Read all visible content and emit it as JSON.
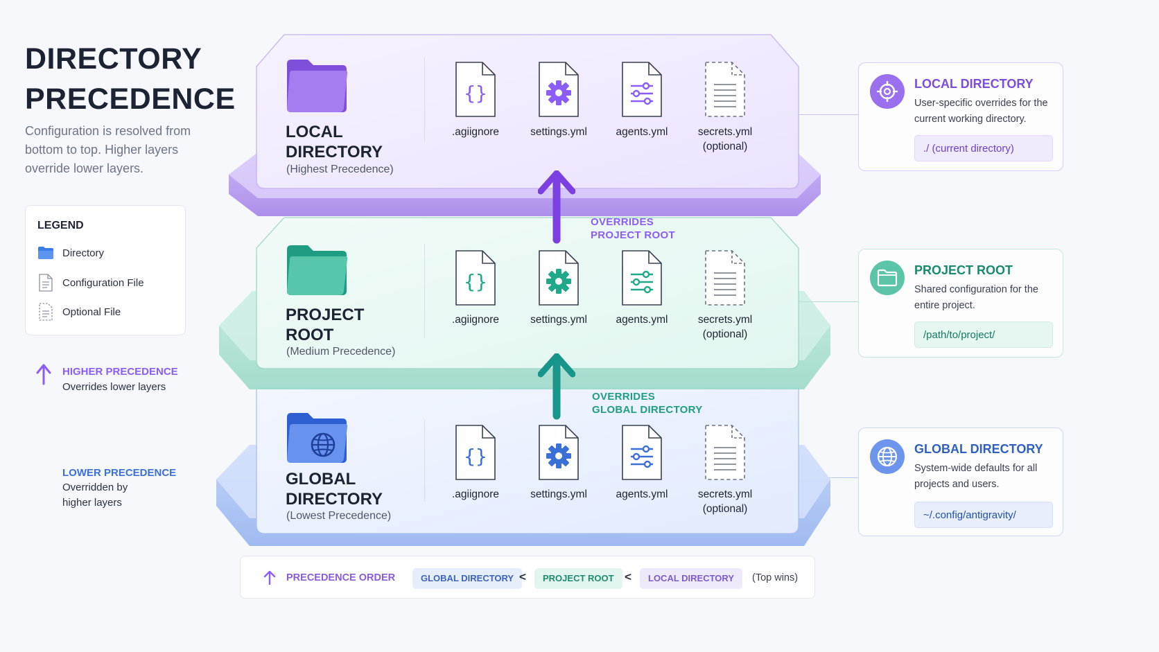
{
  "title_line1": "DIRECTORY",
  "title_line2": "PRECEDENCE",
  "subtitle": "Configuration is resolved from bottom to top. Higher layers override lower layers.",
  "legend": {
    "title": "LEGEND",
    "items": [
      {
        "label": "Directory",
        "icon": "folder-icon"
      },
      {
        "label": "Configuration File",
        "icon": "file-icon"
      },
      {
        "label": "Optional File",
        "icon": "dashed-file-icon"
      }
    ]
  },
  "precedence_scale": {
    "higher_label": "HIGHER PRECEDENCE",
    "higher_desc": "Overrides lower layers",
    "lower_label": "LOWER PRECEDENCE",
    "lower_desc": "Overridden by higher layers"
  },
  "layers": [
    {
      "id": "local",
      "name_line1": "LOCAL",
      "name_line2": "DIRECTORY",
      "precedence": "(Highest Precedence)",
      "color": "#8b5cf6",
      "files": [
        {
          "name": ".agiignore",
          "icon": "braces-icon"
        },
        {
          "name": "settings.yml",
          "icon": "gear-icon"
        },
        {
          "name": "agents.yml",
          "icon": "sliders-icon"
        },
        {
          "name": "secrets.yml",
          "note": "(optional)",
          "icon": "dashed-file-icon"
        }
      ]
    },
    {
      "id": "project",
      "name_line1": "PROJECT",
      "name_line2": "ROOT",
      "precedence": "(Medium Precedence)",
      "color": "#1fa88a",
      "files": [
        {
          "name": ".agiignore",
          "icon": "braces-icon"
        },
        {
          "name": "settings.yml",
          "icon": "gear-icon"
        },
        {
          "name": "agents.yml",
          "icon": "sliders-icon"
        },
        {
          "name": "secrets.yml",
          "note": "(optional)",
          "icon": "dashed-file-icon"
        }
      ]
    },
    {
      "id": "global",
      "name_line1": "GLOBAL",
      "name_line2": "DIRECTORY",
      "precedence": "(Lowest Precedence)",
      "color": "#3b6fd8",
      "files": [
        {
          "name": ".agiignore",
          "icon": "braces-icon"
        },
        {
          "name": "settings.yml",
          "icon": "gear-icon"
        },
        {
          "name": "agents.yml",
          "icon": "sliders-icon"
        },
        {
          "name": "secrets.yml",
          "note": "(optional)",
          "icon": "dashed-file-icon"
        }
      ]
    }
  ],
  "overrides": [
    {
      "line1": "OVERRIDES",
      "line2": "PROJECT ROOT"
    },
    {
      "line1": "OVERRIDES",
      "line2": "GLOBAL DIRECTORY"
    }
  ],
  "cards": [
    {
      "title": "LOCAL DIRECTORY",
      "desc": "User-specific overrides for the current working directory.",
      "path": "./ (current directory)",
      "icon": "target-icon",
      "color": "#7c4ddb"
    },
    {
      "title": "PROJECT ROOT",
      "desc": "Shared configuration for the entire project.",
      "path": "/path/to/project/",
      "icon": "folder-icon",
      "color": "#178a6f"
    },
    {
      "title": "GLOBAL DIRECTORY",
      "desc": "System-wide defaults for all projects and users.",
      "path": "~/.config/antigravity/",
      "icon": "globe-icon",
      "color": "#2f5fbf"
    }
  ],
  "order_bar": {
    "title": "PRECEDENCE ORDER",
    "items": [
      "GLOBAL DIRECTORY",
      "PROJECT ROOT",
      "LOCAL DIRECTORY"
    ],
    "separator": "<",
    "suffix": "(Top wins)"
  }
}
